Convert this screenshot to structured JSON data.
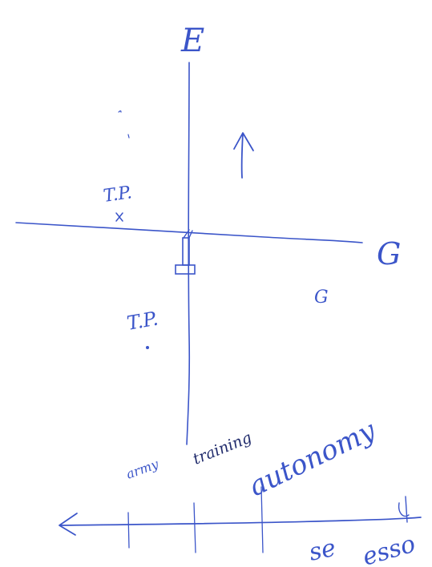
{
  "sketch": {
    "ink_color": "#3b55c9",
    "dark_ink_color": "#1f2a6b",
    "paper_color": "#ffffff",
    "labels": {
      "top_axis": "E",
      "right_axis": "G",
      "upper_point": "T.P.",
      "lower_point": "T.P.",
      "g_mark": "G",
      "autonomy": "autonomy",
      "army": "army",
      "training": "training",
      "bottom_right_1": "se",
      "bottom_right_2": "esso"
    }
  }
}
